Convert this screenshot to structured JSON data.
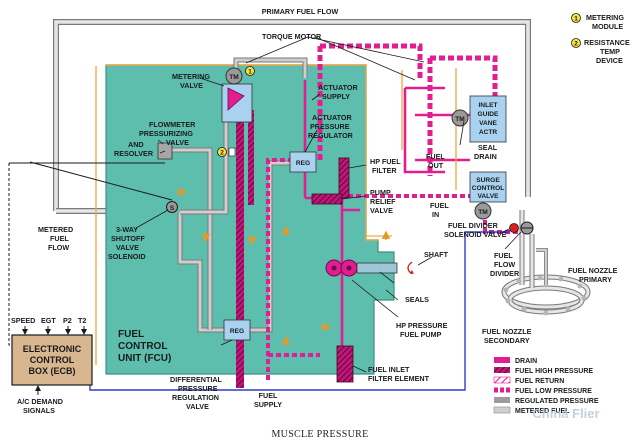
{
  "title": "PRIMARY FUEL FLOW",
  "caption": "MUSCLE PRESSURE",
  "watermark": "China Flier",
  "notes": [
    {
      "marker": "1",
      "text_lines": [
        "METERING",
        "MODULE"
      ]
    },
    {
      "marker": "2",
      "text_lines": [
        "RESISTANCE",
        "TEMP",
        "DEVICE"
      ]
    }
  ],
  "fcu": {
    "title_lines": [
      "FUEL",
      "CONTROL",
      "UNIT (FCU)"
    ]
  },
  "ecb": {
    "title_lines": [
      "ELECTRONIC",
      "CONTROL",
      "BOX (ECB)"
    ]
  },
  "ecb_inputs": [
    "SPEED",
    "EGT",
    "P2",
    "T2"
  ],
  "boxes": {
    "reg": "REG",
    "tm": "TM",
    "inlet_guide_vane_actr": [
      "INLET",
      "GUIDE",
      "VANE",
      "ACTR"
    ],
    "surge_control_valve": [
      "SURGE",
      "CONTROL",
      "VALVE"
    ]
  },
  "labels": {
    "torque_motor": "TORQUE MOTOR",
    "metering_valve": [
      "METERING",
      "VALVE"
    ],
    "actuator_supply": [
      "ACTUATOR",
      "SUPPLY"
    ],
    "actuator_pressure_regulator": [
      "ACTUATOR",
      "PRESSURE",
      "REGULATOR"
    ],
    "flowmeter_valve": [
      "FLOWMETER",
      "PRESSURIZING",
      "VALVE"
    ],
    "and_resolver": [
      "AND",
      "RESOLVER"
    ],
    "hp_fuel_filter": [
      "HP FUEL",
      "FILTER"
    ],
    "pump_relief_valve": [
      "PUMP",
      "RELIEF",
      "VALVE"
    ],
    "fuel_out": [
      "FUEL",
      "OUT"
    ],
    "fuel_in": [
      "FUEL",
      "IN"
    ],
    "seal_drain": [
      "SEAL",
      "DRAIN"
    ],
    "three_way_shutoff": [
      "3-WAY",
      "SHUTOFF",
      "VALVE",
      "SOLENOID"
    ],
    "metered_fuel_flow": [
      "METERED",
      "FUEL",
      "FLOW"
    ],
    "fuel_divider_solenoid": [
      "FUEL DIVIDER",
      "SOLENOID VALVE"
    ],
    "shaft": "SHAFT",
    "fuel_flow_divider": [
      "FUEL",
      "FLOW",
      "DIVIDER"
    ],
    "fuel_nozzle_primary": [
      "FUEL NOZZLE",
      "PRIMARY"
    ],
    "seals": "SEALS",
    "hp_pressure_fuel_pump": [
      "HP PRESSURE",
      "FUEL PUMP"
    ],
    "fuel_nozzle_secondary": [
      "FUEL NOZZLE",
      "SECONDARY"
    ],
    "differential_pressure_regulation_valve": [
      "DIFFERENTIAL",
      "PRESSURE",
      "REGULATION",
      "VALVE"
    ],
    "fuel_supply": [
      "FUEL",
      "SUPPLY"
    ],
    "fuel_inlet_filter_element": [
      "FUEL INLET",
      "FILTER ELEMENT"
    ],
    "ac_demand_signals": [
      "A/C DEMAND",
      "SIGNALS"
    ]
  },
  "legend": [
    {
      "label": "DRAIN",
      "color": "#e21d92",
      "pattern": "solid"
    },
    {
      "label": "FUEL HIGH PRESSURE",
      "color": "#c4147a",
      "pattern": "hatch-dark"
    },
    {
      "label": "FUEL RETURN",
      "color": "#e21d92",
      "pattern": "hatch"
    },
    {
      "label": "FUEL LOW PRESSURE",
      "color": "#e21d92",
      "pattern": "dashed"
    },
    {
      "label": "REGULATED PRESSURE",
      "color": "#9c9c9c",
      "pattern": "solid"
    },
    {
      "label": "METERED FUEL",
      "color": "#cfcfcf",
      "pattern": "solid"
    }
  ],
  "colors": {
    "fcu": "#5dbeae",
    "box": "#a8d2f0",
    "drain": "#e21d92",
    "regulated": "#a3a3a3",
    "metered": "#d4d4d4",
    "ecb": "#d8b68f",
    "signal": "#2d3fc7",
    "bright": "#f3a63d"
  }
}
